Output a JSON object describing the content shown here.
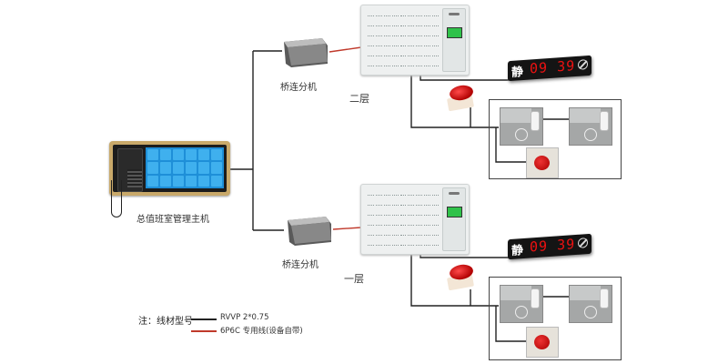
{
  "diagram": {
    "master": {
      "label": "总值班室管理主机"
    },
    "branches": [
      {
        "bridge_label": "桥连分机",
        "floor_label": "二层",
        "clock": {
          "icon": "静",
          "time": "09 39",
          "mute_icon": "no-sound-icon"
        }
      },
      {
        "bridge_label": "桥连分机",
        "floor_label": "一层",
        "clock": {
          "icon": "静",
          "time": "09 39",
          "mute_icon": "no-sound-icon"
        }
      }
    ],
    "legend": {
      "title": "注：线材型号",
      "items": [
        {
          "text": "RVVP 2*0.75",
          "color": "#222222"
        },
        {
          "text": "6P6C 专用线(设备自带)",
          "color": "#c0392b"
        }
      ]
    },
    "colors": {
      "wire_black": "#222222",
      "wire_red": "#c0392b",
      "display_digits": "#e11111"
    }
  }
}
